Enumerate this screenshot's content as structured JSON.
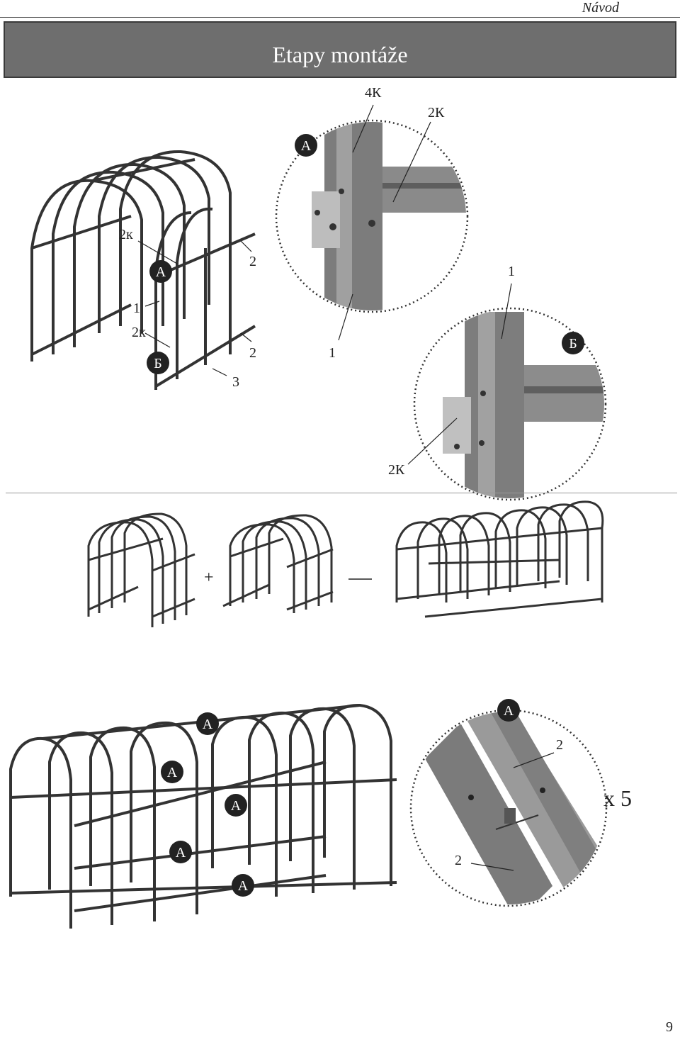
{
  "header": {
    "section": "Návod"
  },
  "title": "Etapy montáže",
  "page_number": "9",
  "labels": {
    "k4": "4К",
    "k2": "2К",
    "k2b": "2К",
    "one": "1",
    "one_b": "1",
    "one_c": "1",
    "two_k_lower": "2к",
    "two_k_lower2": "2к",
    "two": "2",
    "two_b": "2",
    "three": "3",
    "two_c": "2",
    "two_d": "2",
    "plus": "+",
    "times": "x 5"
  },
  "badges": {
    "a": "А",
    "b": "Б"
  }
}
